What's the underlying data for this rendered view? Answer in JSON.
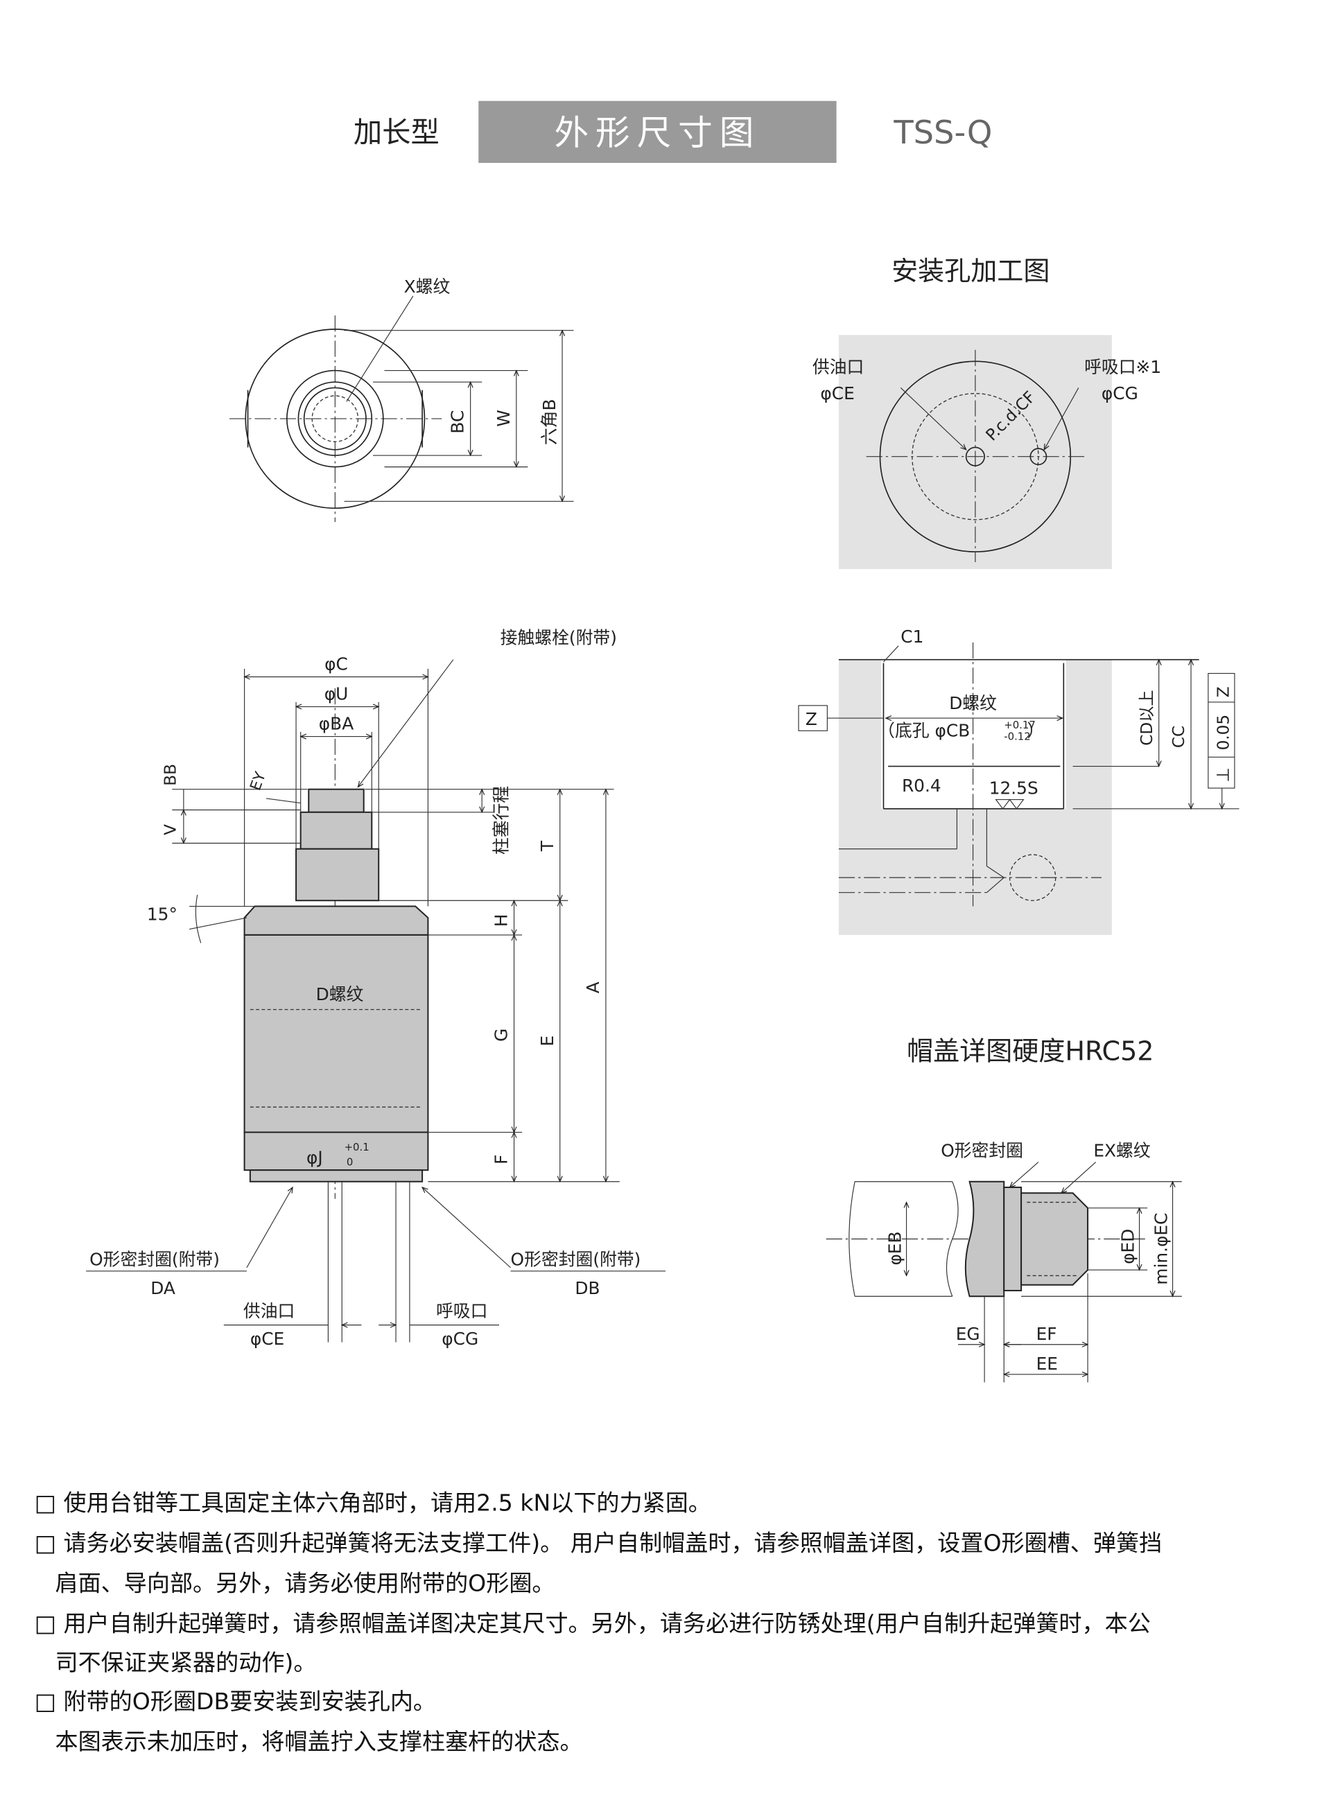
{
  "header": {
    "series_type": "加长型",
    "title": "外形尺寸图",
    "model": "TSS-Q",
    "title_bg": "#9a9a9a"
  },
  "top_view": {
    "thread_label": "X螺纹",
    "dim_bc": "BC",
    "dim_w": "W",
    "dim_hex": "六角B"
  },
  "mount_hole": {
    "title": "安装孔加工图",
    "oil_port": "供油口",
    "oil_port_dia": "φCE",
    "breath_port": "呼吸口※1",
    "breath_port_dia": "φCG",
    "pcd": "P.c.d.CF"
  },
  "section": {
    "chamfer": "C1",
    "datum": "Z",
    "thread": "D螺纹",
    "pilot": "（底孔 φCB",
    "tol_upper": "+0.17",
    "tol_lower": "-0.12",
    "pilot_close": "）",
    "radius": "R0.4",
    "roughness": "12.5S",
    "depth_min": "CD以上",
    "depth": "CC",
    "perp_symbol": "⊥",
    "perp_value": "0.05",
    "perp_datum": "Z"
  },
  "side_view": {
    "contact_bolt": "接触螺栓(附带)",
    "dia_c": "φC",
    "dia_u": "φU",
    "dia_ba": "φBA",
    "bb": "BB",
    "ey": "EY",
    "v": "V",
    "stroke": "柱塞行程",
    "angle": "15°",
    "t": "T",
    "h": "H",
    "a": "A",
    "g": "G",
    "e": "E",
    "f": "F",
    "thread": "D螺纹",
    "dia_j": "φJ",
    "j_tol_upper": "+0.1",
    "j_tol_lower": "0",
    "oring_a": "O形密封圈(附带)",
    "oring_a_code": "DA",
    "oring_b": "O形密封圈(附带)",
    "oring_b_code": "DB",
    "oil_port": "供油口",
    "oil_port_dia": "φCE",
    "breath_port": "呼吸口",
    "breath_port_dia": "φCG"
  },
  "cap_detail": {
    "title": "帽盖详图硬度HRC52",
    "oring": "O形密封圈",
    "thread": "EX螺纹",
    "dia_eb": "φEB",
    "dia_ed": "φED",
    "dia_ec": "min.φEC",
    "eg": "EG",
    "ef": "EF",
    "ee": "EE"
  },
  "notes": [
    "□ 使用台钳等工具固定主体六角部时，请用2.5 kN以下的力紧固。",
    "□ 请务必安装帽盖(否则升起弹簧将无法支撑工件)。 用户自制帽盖时，请参照帽盖详图，设置O形圈槽、弹簧挡",
    "肩面、导向部。另外，请务必使用附带的O形圈。",
    "□ 用户自制升起弹簧时，请参照帽盖详图决定其尺寸。另外，请务必进行防锈处理(用户自制升起弹簧时，本公",
    "司不保证夹紧器的动作)。",
    "□ 附带的O形圈DB要安装到安装孔内。",
    "本图表示未加压时，将帽盖拧入支撑柱塞杆的状态。"
  ]
}
